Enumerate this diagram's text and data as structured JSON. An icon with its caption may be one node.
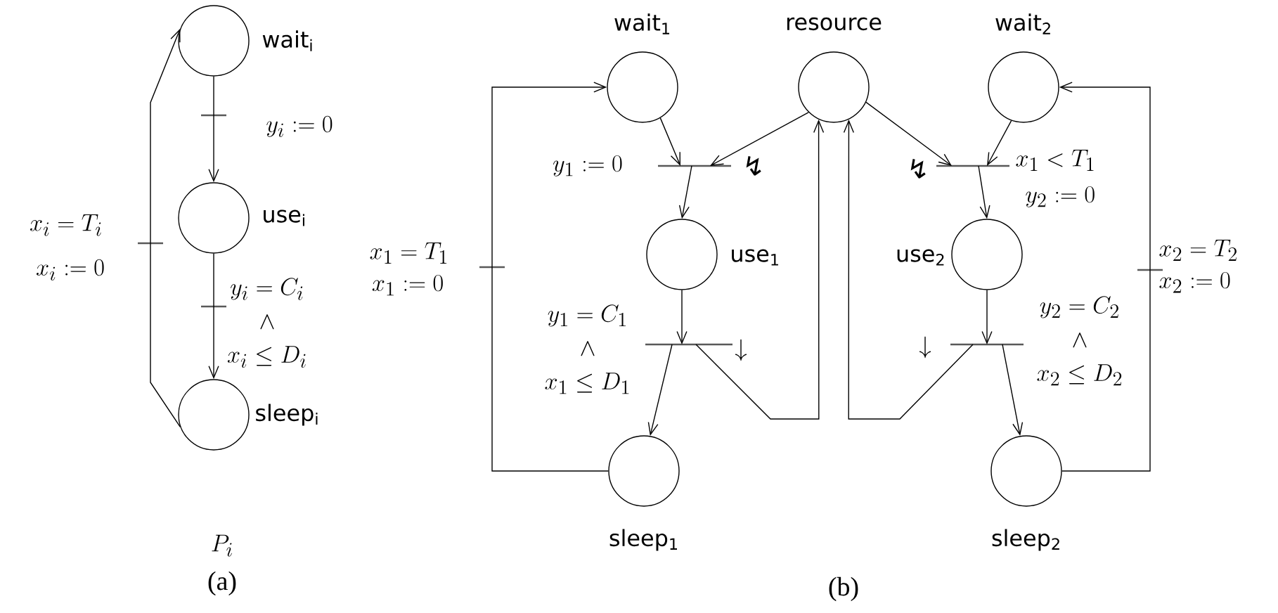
{
  "diagram": {
    "nodes": [
      {
        "text": [
          "wait$_{i}$"
        ]
      },
      {
        "text": [],
        "shape": "bar",
        "beside": [
          "y_i := 0"
        ]
      },
      {
        "text": [
          "use$_{i}$"
        ]
      },
      {
        "text": [],
        "shape": "bar",
        "beside": [
          "\\begin{array}{c} y_i = C_i \\\\ \\wedge \\\\ x_i \\leq D_i \\end{array}"
        ]
      },
      {
        "text": [
          "sleep$_{i}$"
        ]
      },
      {
        "text": [],
        "shape": "bar",
        "beside": [
          "x_i = T_i",
          "x_i := 0"
        ]
      },
      {
        "text": [
          "wait$_{1}$"
        ]
      },
      {
        "text": [
          "resource"
        ]
      },
      {
        "text": [
          "wait$_{2}$"
        ]
      },
      {
        "text": [],
        "shape": "bar",
        "beside": [
          "y_1 := 0",
          "\\text{↯}"
        ]
      },
      {
        "text": [],
        "shape": "bar",
        "beside": [
          "\\text{↯}",
          "x_1 < T_1",
          "y_2 := 0"
        ]
      },
      {
        "text": [
          "use$_{1}$"
        ]
      },
      {
        "text": [
          "use$_{2}$"
        ]
      },
      {
        "text": [],
        "shape": "bar",
        "beside": [
          "x_1 = T_1",
          "x_1 := 0"
        ]
      },
      {
        "text": [],
        "shape": "bar",
        "beside": [
          "x_2 = T_2",
          "x_2 := 0"
        ]
      },
      {
        "text": [],
        "shape": "bar",
        "beside": [
          "\\begin{array}{c} y_1 = C_1 \\\\ \\wedge \\\\ x_1 \\leq D_1 \\end{array}",
          "\\downarrow"
        ]
      },
      {
        "text": [],
        "shape": "bar",
        "beside": [
          "\\downarrow",
          "\\begin{array}{c} y_2 = C_2 \\\\ \\wedge \\\\ x_2 \\leq D_2 \\end{array}"
        ]
      },
      {
        "text": [
          "sleep$_{1}$"
        ]
      },
      {
        "text": [
          "sleep$_{2}$"
        ]
      }
    ],
    "edges": [
      {
        "from": 0,
        "to": 1,
        "arrow": "none"
      },
      {
        "from": 1,
        "to": 2,
        "arrow": "to"
      },
      {
        "from": 2,
        "to": 3,
        "arrow": "none"
      },
      {
        "from": 3,
        "to": 4,
        "arrow": "to"
      },
      {
        "from": 4,
        "to": 5,
        "arrow": "none"
      },
      {
        "from": 5,
        "to": 0,
        "arrow": "to"
      },
      {
        "from": 6,
        "to": 9,
        "arrow": "to"
      },
      {
        "from": 7,
        "to": 9,
        "arrow": "to"
      },
      {
        "from": 9,
        "to": 11,
        "arrow": "to"
      },
      {
        "from": 11,
        "to": 15,
        "arrow": "to"
      },
      {
        "from": 15,
        "to": 17,
        "arrow": "to"
      },
      {
        "from": 15,
        "to": 7,
        "arrow": "to"
      },
      {
        "from": 16,
        "to": 7,
        "arrow": "to"
      },
      {
        "from": 7,
        "to": 10,
        "arrow": "to"
      },
      {
        "from": 8,
        "to": 10,
        "arrow": "to"
      },
      {
        "from": 10,
        "to": 12,
        "arrow": "to"
      },
      {
        "from": 12,
        "to": 16,
        "arrow": "to"
      },
      {
        "from": 16,
        "to": 18,
        "arrow": "to"
      },
      {
        "from": 17,
        "to": 13,
        "arrow": "none"
      },
      {
        "from": 13,
        "to": 6,
        "arrow": "to"
      },
      {
        "from": 18,
        "to": 14,
        "arrow": "none"
      },
      {
        "from": 14,
        "to": 8,
        "arrow": "to"
      }
    ],
    "labels": [
      "P_i",
      "(a)",
      "(b)"
    ]
  }
}
